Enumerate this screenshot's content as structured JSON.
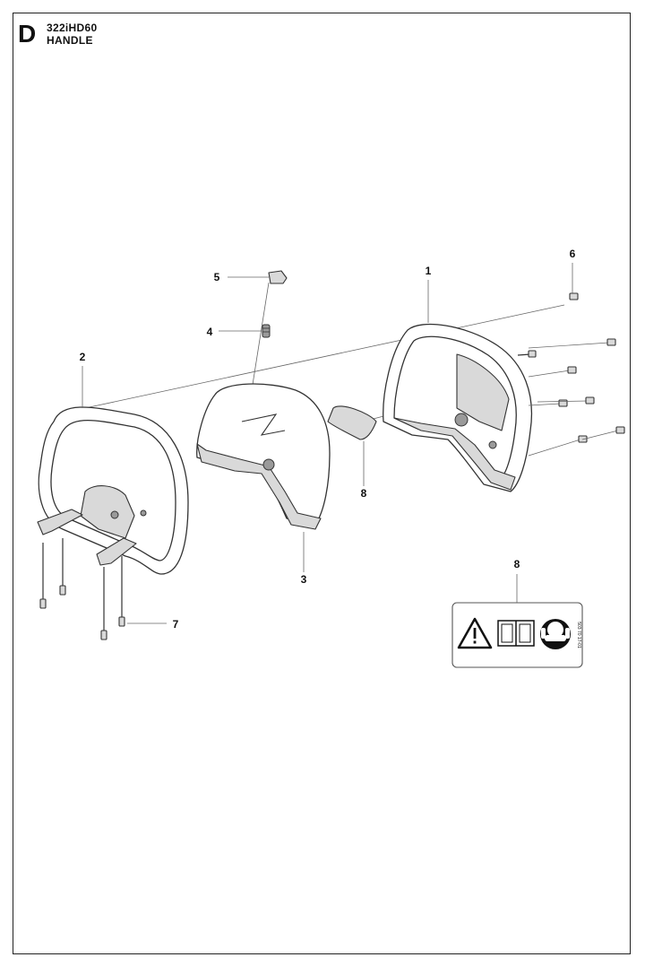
{
  "header": {
    "section_letter": "D",
    "model": "322iHD60",
    "section_name": "HANDLE"
  },
  "callouts": [
    {
      "id": "1",
      "label": "1"
    },
    {
      "id": "2",
      "label": "2"
    },
    {
      "id": "3",
      "label": "3"
    },
    {
      "id": "4",
      "label": "4"
    },
    {
      "id": "5",
      "label": "5"
    },
    {
      "id": "6",
      "label": "6"
    },
    {
      "id": "7",
      "label": "7"
    },
    {
      "id": "8a",
      "label": "8"
    },
    {
      "id": "8b",
      "label": "8"
    }
  ],
  "decal": {
    "code": "503 70 17-01",
    "icons": [
      "warning-triangle-icon",
      "manual-book-icon",
      "protective-gear-icon"
    ]
  }
}
